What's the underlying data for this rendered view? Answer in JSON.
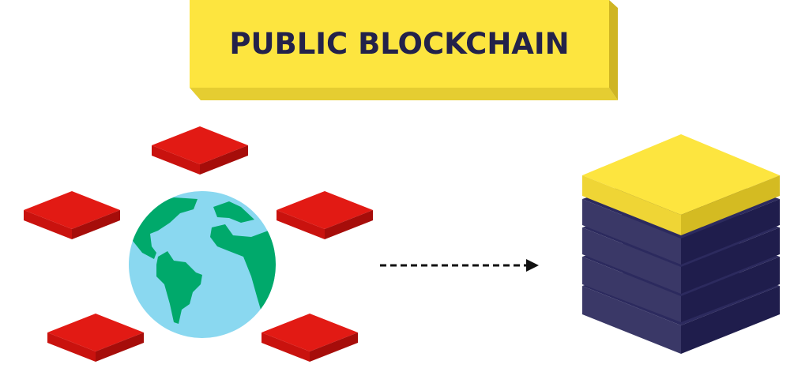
{
  "banner": {
    "title": "PUBLIC BLOCKCHAIN",
    "colors": {
      "face": "#fde53f",
      "bottom_edge": "#e5cd31",
      "right_edge": "#cfb523",
      "text": "#23224a"
    }
  },
  "network": {
    "description": "Globe surrounded by five red nodes",
    "globe": {
      "ocean": "#8ad8f0",
      "land": "#00a96b"
    },
    "node_color": {
      "top": "#e21a14",
      "left": "#c9120e",
      "right": "#a60d0a"
    },
    "nodes": [
      {
        "id": "node-top"
      },
      {
        "id": "node-left"
      },
      {
        "id": "node-right"
      },
      {
        "id": "node-bottom-left"
      },
      {
        "id": "node-bottom-right"
      }
    ]
  },
  "arrow": {
    "style": "dashed",
    "color": "#111111",
    "direction": "right"
  },
  "block_stack": {
    "description": "Stack of blocks with yellow top block",
    "top_block": {
      "top": "#fde53f",
      "left": "#efd535",
      "right": "#d4bb22"
    },
    "blocks": {
      "top": "#2c2a5e",
      "left": "#3a3867",
      "right": "#1f1d4c"
    },
    "count_dark": 4
  }
}
